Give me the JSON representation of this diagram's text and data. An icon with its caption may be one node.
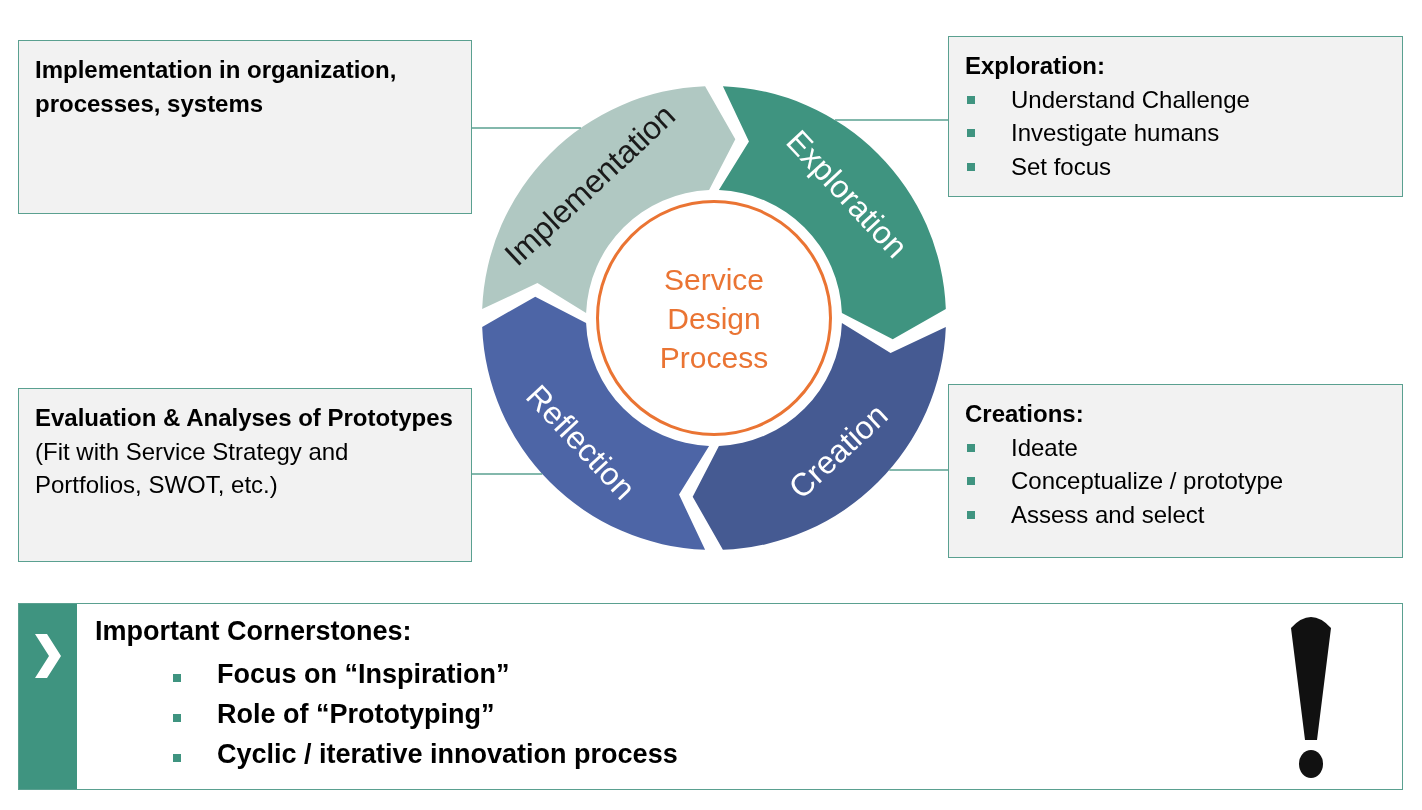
{
  "diagram": {
    "nodes": [
      {
        "text": [
          "Implementation in organization, processes, systems"
        ]
      },
      {
        "text": [
          "Exploration:",
          "Understand Challenge",
          "Investigate humans",
          "Set focus"
        ]
      },
      {
        "text": [
          "Implementation"
        ]
      },
      {
        "text": [
          "Exploration"
        ]
      },
      {
        "text": [
          "Service Design Process"
        ]
      },
      {
        "text": [
          "Reflection"
        ]
      },
      {
        "text": [
          "Creation"
        ]
      },
      {
        "text": [
          "Evaluation & Analyses of Prototypes",
          "(Fit with Service Strategy and Portfolios, SWOT, etc.)"
        ]
      },
      {
        "text": [
          "Creations:",
          "Ideate",
          "Conceptualize / prototype",
          "Assess and select"
        ]
      },
      {
        "text": [
          "Important Cornerstones:",
          "Focus on “Inspiration”",
          "Role of “Prototyping”",
          "Cyclic / iterative innovation process"
        ]
      }
    ],
    "edges": [
      {
        "from": 0,
        "to": 2,
        "arrow": "none"
      },
      {
        "from": 1,
        "to": 3,
        "arrow": "none"
      },
      {
        "from": 7,
        "to": 5,
        "arrow": "none"
      },
      {
        "from": 8,
        "to": 6,
        "arrow": "none"
      }
    ]
  }
}
